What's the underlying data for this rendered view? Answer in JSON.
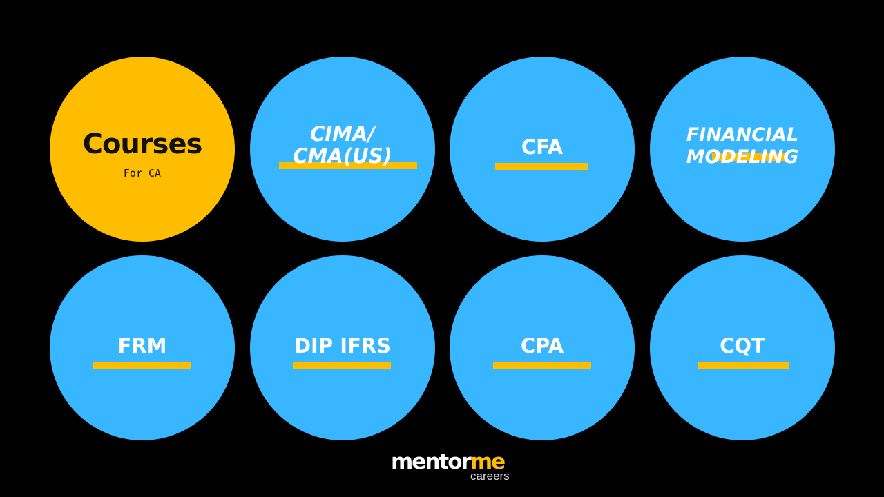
{
  "header_circle": {
    "title": "Courses",
    "subtitle": "For CA",
    "color": "#FFBD00"
  },
  "courses": [
    {
      "label_line1": "CIMA/",
      "label_line2": "CMA(US)",
      "style": "italic"
    },
    {
      "label": "CFA"
    },
    {
      "label_line1": "FINANCIAL",
      "label_line2": "MODELING",
      "style": "italic"
    },
    {
      "label": "FRM"
    },
    {
      "label": "DIP IFRS"
    },
    {
      "label": "CPA"
    },
    {
      "label": "CQT"
    }
  ],
  "colors": {
    "background": "#000000",
    "course_circle": "#38B6FF",
    "accent": "#FFBD00",
    "text": "#FFFFFF"
  },
  "logo": {
    "part1": "mentor",
    "part2": "me",
    "sub": "careers"
  }
}
